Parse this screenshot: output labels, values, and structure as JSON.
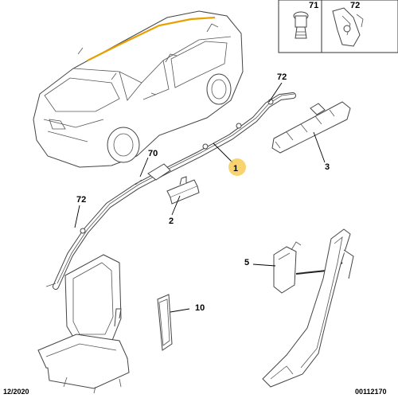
{
  "inset_labels": [
    "71",
    "72"
  ],
  "callouts": {
    "part_1": "1",
    "part_2": "2",
    "part_3": "3",
    "part_5": "5",
    "part_10": "10",
    "part_70": "70",
    "part_72_top": "72",
    "part_72_left": "72"
  },
  "footer": {
    "date": "12/2020",
    "reference": "00112170"
  },
  "colors": {
    "highlight": "#f5c542",
    "outline": "#444444"
  }
}
